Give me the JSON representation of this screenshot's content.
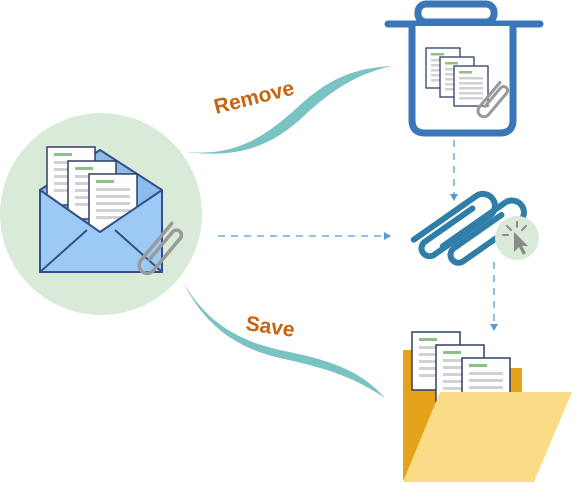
{
  "diagram": {
    "labels": {
      "remove": "Remove",
      "save": "Save"
    },
    "nodes": [
      {
        "id": "email",
        "icon": "open-envelope-with-attachment-icon"
      },
      {
        "id": "trash",
        "icon": "trash-bin-with-documents-icon"
      },
      {
        "id": "attachment",
        "icon": "paperclip-click-icon"
      },
      {
        "id": "folder",
        "icon": "folder-with-documents-icon"
      }
    ],
    "edges": [
      {
        "from": "email",
        "to": "trash",
        "label": "remove"
      },
      {
        "from": "email",
        "to": "folder",
        "label": "save"
      },
      {
        "from": "email",
        "to": "attachment",
        "style": "dashed"
      },
      {
        "from": "trash",
        "to": "attachment",
        "style": "dashed"
      },
      {
        "from": "attachment",
        "to": "folder",
        "style": "dashed"
      }
    ]
  },
  "colors": {
    "teal_swoosh": "#79c3c3",
    "label_orange": "#c8630f",
    "envelope_blue": "#9ccaf5",
    "envelope_stroke": "#34508c",
    "circle_bg": "#d9ead8",
    "trash_blue": "#3a76b8",
    "paperclip_blue": "#2f7ea8",
    "dashed_arrow": "#5b9ad6",
    "folder_back": "#e5a21b",
    "folder_front": "#fbdc86",
    "doc_green_bar": "#8fbf8a",
    "doc_gray_line": "#d2d2d2",
    "cursor_circle": "#d9ead8"
  }
}
